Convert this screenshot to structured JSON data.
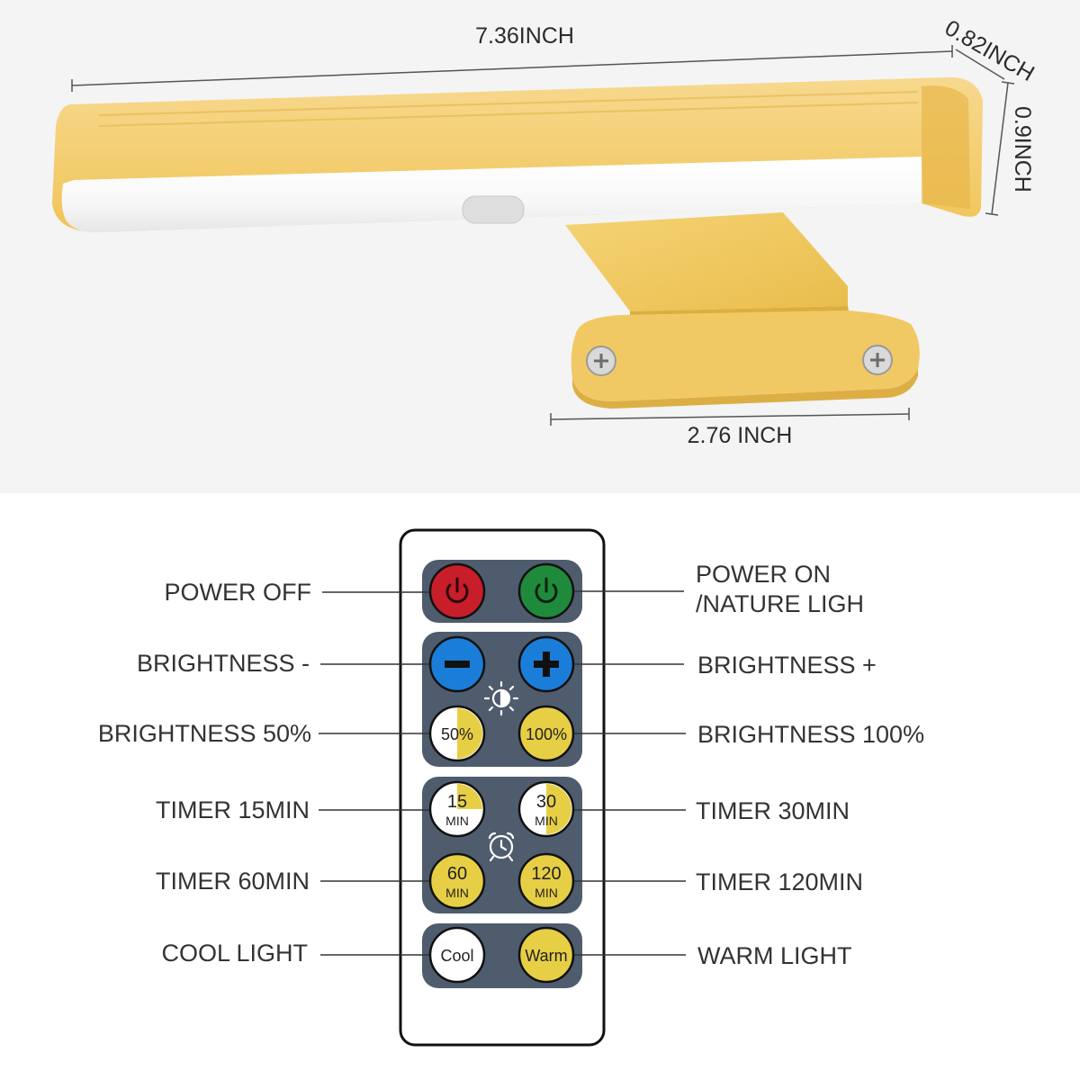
{
  "dimensions": {
    "length": "7.36INCH",
    "depth": "0.82INCH",
    "height": "0.9INCH",
    "bracket_width": "2.76 INCH"
  },
  "remote": {
    "labels_left": {
      "power_off": "POWER OFF",
      "brightness_minus": "BRIGHTNESS -",
      "brightness_50": "BRIGHTNESS 50%",
      "timer_15": "TIMER 15MIN",
      "timer_60": "TIMER 60MIN",
      "cool_light": "COOL LIGHT"
    },
    "labels_right": {
      "power_on_line1": "POWER ON",
      "power_on_line2": "/NATURE LIGH",
      "brightness_plus": "BRIGHTNESS +",
      "brightness_100": "BRIGHTNESS 100%",
      "timer_30": "TIMER 30MIN",
      "timer_120": "TIMER 120MIN",
      "warm_light": "WARM LIGHT"
    },
    "buttons": {
      "b50": "50%",
      "b100": "100%",
      "t15_num": "15",
      "t30_num": "30",
      "t60_num": "60",
      "t120_num": "120",
      "min_unit": "MIN",
      "cool": "Cool",
      "warm": "Warm"
    },
    "icons": {
      "power_off": "power-icon",
      "power_on": "power-icon",
      "minus": "minus-icon",
      "plus": "plus-icon",
      "brightness": "sun-icon",
      "timer": "alarm-clock-icon"
    }
  },
  "colors": {
    "lamp_yellow": "#f2c65c",
    "panel": "#4e5c6d",
    "power_off": "#c81e2a",
    "power_on": "#1f8a3c",
    "brightness_btn": "#1a7ed9",
    "yellow_btn": "#e7cf45"
  }
}
